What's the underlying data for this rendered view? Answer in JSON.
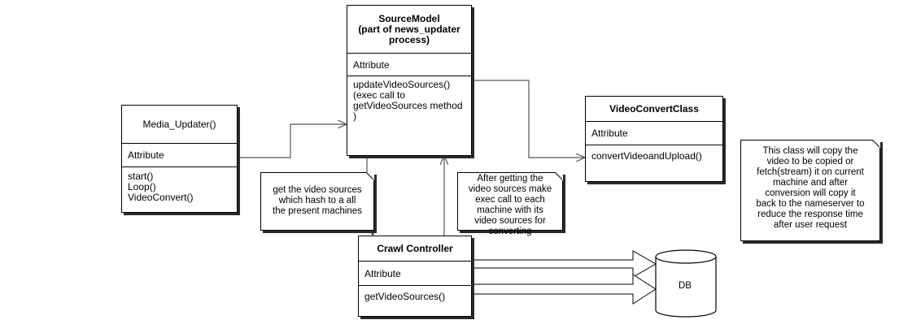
{
  "classes": {
    "source_model": {
      "title_lines": [
        "SourceModel",
        "(part of news_updater",
        "process)"
      ],
      "attribute": "Attribute",
      "method_lines": [
        "updateVideoSources()",
        "(exec call to",
        "getVideoSources method",
        ")"
      ]
    },
    "media_updater": {
      "title": "Media_Updater()",
      "attribute": "Attribute",
      "method_lines": [
        "start()",
        "Loop()",
        "VideoConvert()"
      ]
    },
    "video_convert": {
      "title": "VideoConvertClass",
      "attribute": "Attribute",
      "method": "convertVideoandUpload()"
    },
    "crawl_controller": {
      "title": "Crawl Controller",
      "attribute": "Attribute",
      "method": "getVideoSources()"
    }
  },
  "notes": {
    "hash_note": [
      "get the video sources",
      "which hash to a all",
      "the present machines"
    ],
    "exec_note": [
      "After getting the",
      "video sources make",
      "exec call to each",
      "machine with its",
      "video sources for",
      "converting"
    ],
    "convert_note": [
      "This class will copy the",
      "video to be copied or",
      "fetch(stream) it on current",
      "machine and after",
      "conversion will copy it",
      "back to the nameserver to",
      "reduce the response time",
      "after user request"
    ]
  },
  "database": {
    "label": "DB"
  }
}
